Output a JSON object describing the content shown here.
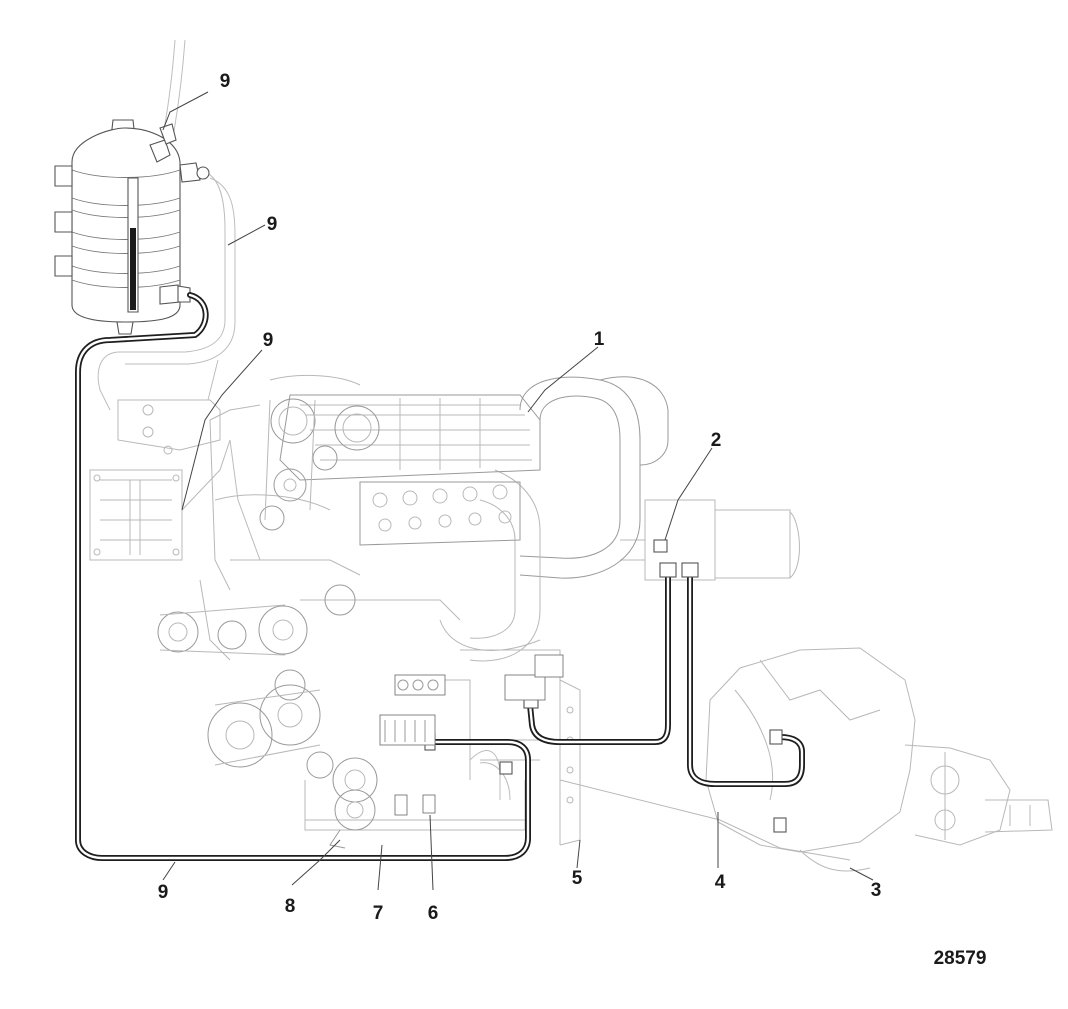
{
  "callouts": [
    {
      "id": "c1",
      "label": "1"
    },
    {
      "id": "c2",
      "label": "2"
    },
    {
      "id": "c3",
      "label": "3"
    },
    {
      "id": "c4",
      "label": "4"
    },
    {
      "id": "c5",
      "label": "5"
    },
    {
      "id": "c6",
      "label": "6"
    },
    {
      "id": "c7",
      "label": "7"
    },
    {
      "id": "c8",
      "label": "8"
    },
    {
      "id": "c9a",
      "label": "9"
    },
    {
      "id": "c9b",
      "label": "9"
    },
    {
      "id": "c9c",
      "label": "9"
    },
    {
      "id": "c9d",
      "label": "9"
    }
  ],
  "figure_id": "28579"
}
